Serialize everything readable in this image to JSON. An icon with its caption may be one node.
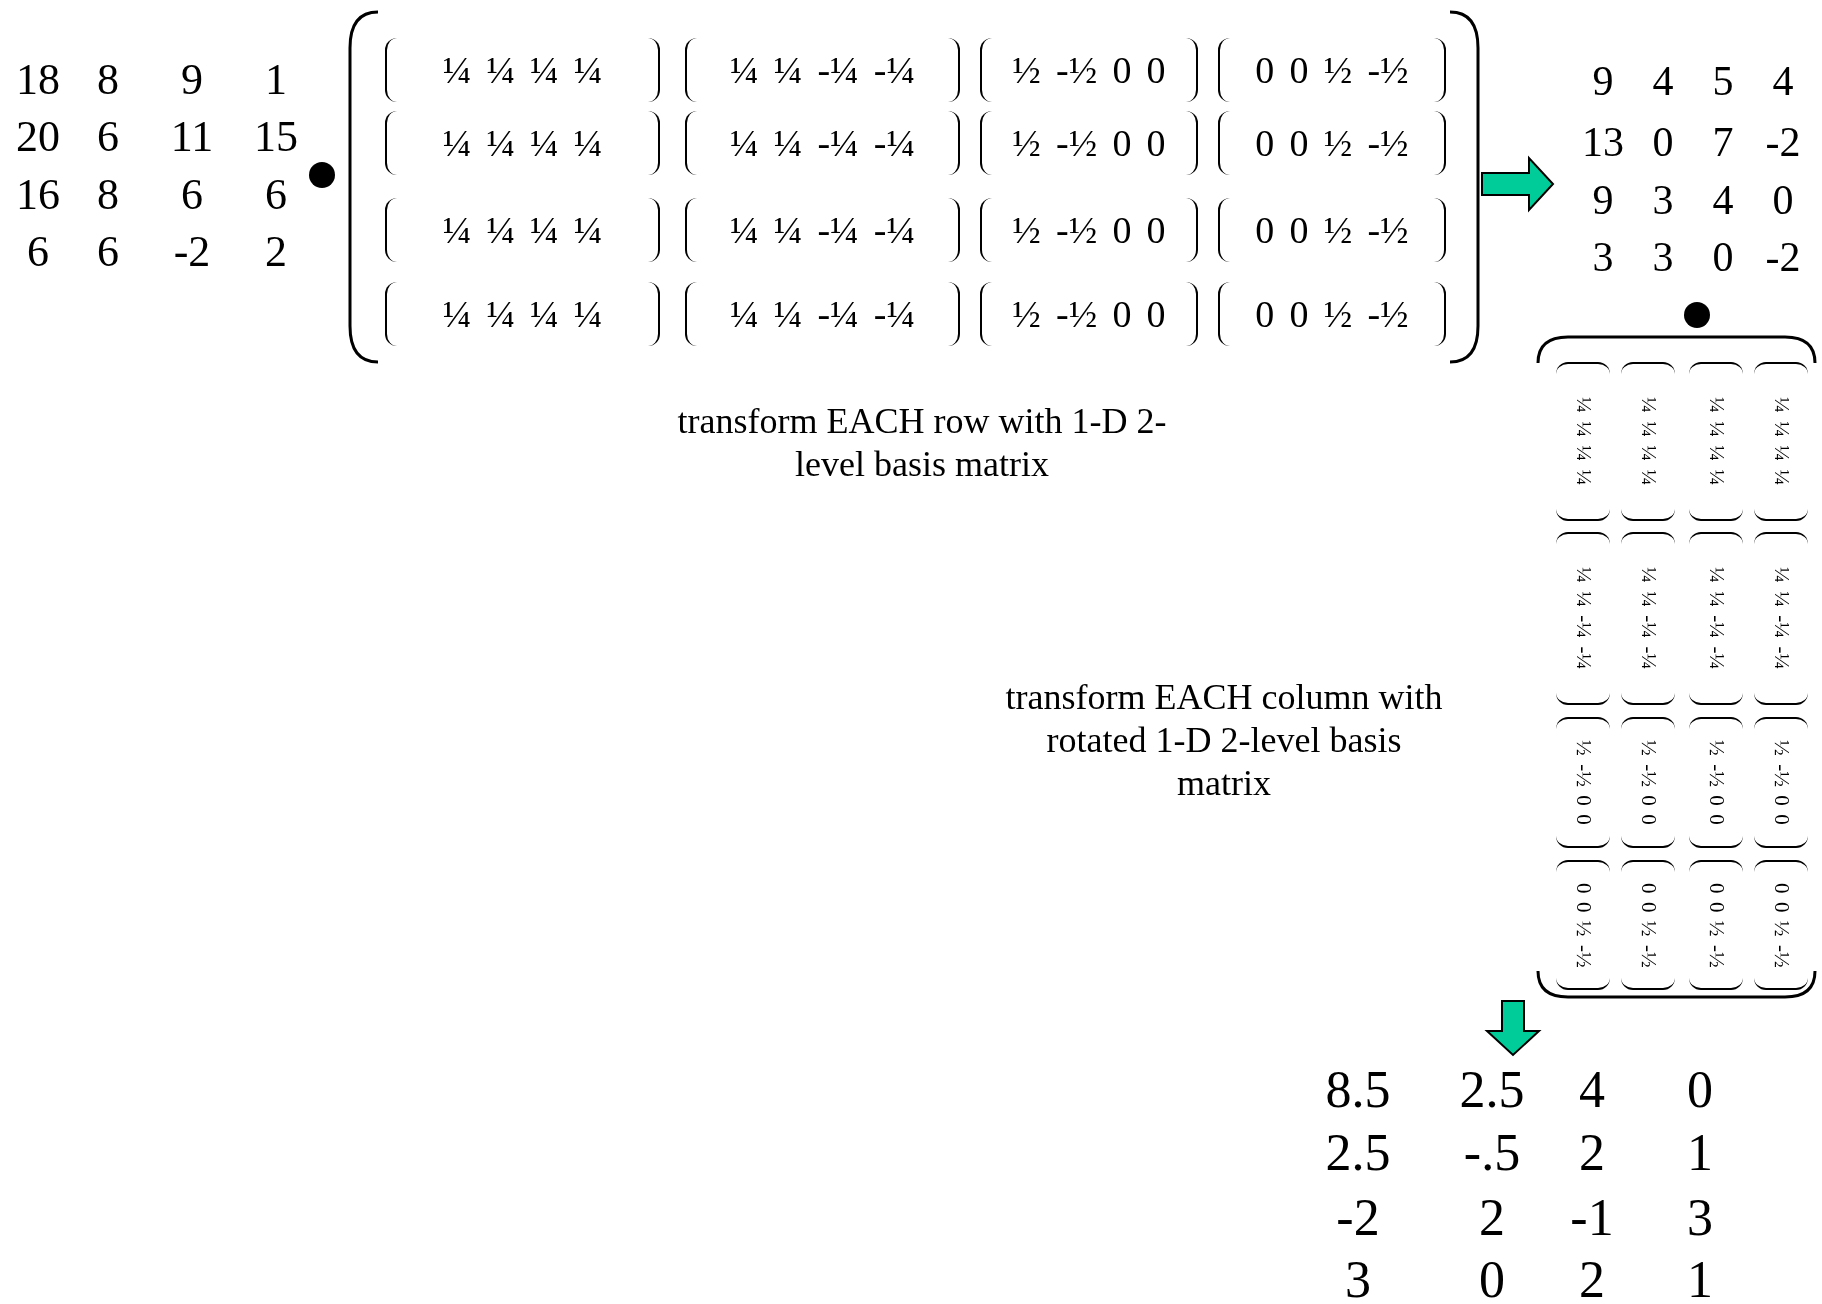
{
  "diagram": {
    "nodes": [
      {
        "text": [
          "18",
          "8",
          "9",
          "1",
          "20",
          "6",
          "11",
          "15",
          "16",
          "8",
          "6",
          "6",
          "6",
          "6",
          "-2",
          "2"
        ]
      },
      {
        "text": [
          "¼ ¼ ¼ ¼",
          "¼ ¼ -¼ -¼",
          "½ -½ 0 0",
          "0 0 ½ -½",
          "¼ ¼ ¼ ¼",
          "¼ ¼ -¼ -¼",
          "½ -½ 0 0",
          "0 0 ½ -½",
          "¼ ¼ ¼ ¼",
          "¼ ¼ -¼ -¼",
          "½ -½ 0 0",
          "0 0 ½ -½",
          "¼ ¼ ¼ ¼",
          "¼ ¼ -¼ -¼",
          "½ -½ 0 0",
          "0 0 ½ -½"
        ]
      },
      {
        "text": [
          "9",
          "4",
          "5",
          "4",
          "13",
          "0",
          "7",
          "-2",
          "9",
          "3",
          "4",
          "0",
          "3",
          "3",
          "0",
          "-2"
        ]
      },
      {
        "text": [
          "¼ ¼ ¼ ¼",
          "¼ ¼ ¼ ¼",
          "¼ ¼ ¼ ¼",
          "¼ ¼ ¼ ¼",
          "¼ ¼ -¼ -¼",
          "¼ ¼ -¼ -¼",
          "¼ ¼ -¼ -¼",
          "¼ ¼ -¼ -¼",
          "½ -½ 0 0",
          "½ -½ 0 0",
          "½ -½ 0 0",
          "½ -½ 0 0",
          "0 0 ½ -½",
          "0 0 ½ -½",
          "0 0 ½ -½",
          "0 0 ½ -½"
        ]
      },
      {
        "text": [
          "8.5",
          "2.5",
          "4",
          "0",
          "2.5",
          "-.5",
          "2",
          "1",
          "-2",
          "2",
          "-1",
          "3",
          "3",
          "0",
          "2",
          "1"
        ]
      }
    ],
    "edges": [
      {
        "from": 1,
        "to": 2,
        "arrow": "to"
      },
      {
        "from": 3,
        "to": 4,
        "arrow": "to"
      }
    ],
    "labels": [
      "transform EACH row with 1-D 2-level basis matrix",
      "transform EACH column with rotated 1-D 2-level basis matrix"
    ]
  }
}
